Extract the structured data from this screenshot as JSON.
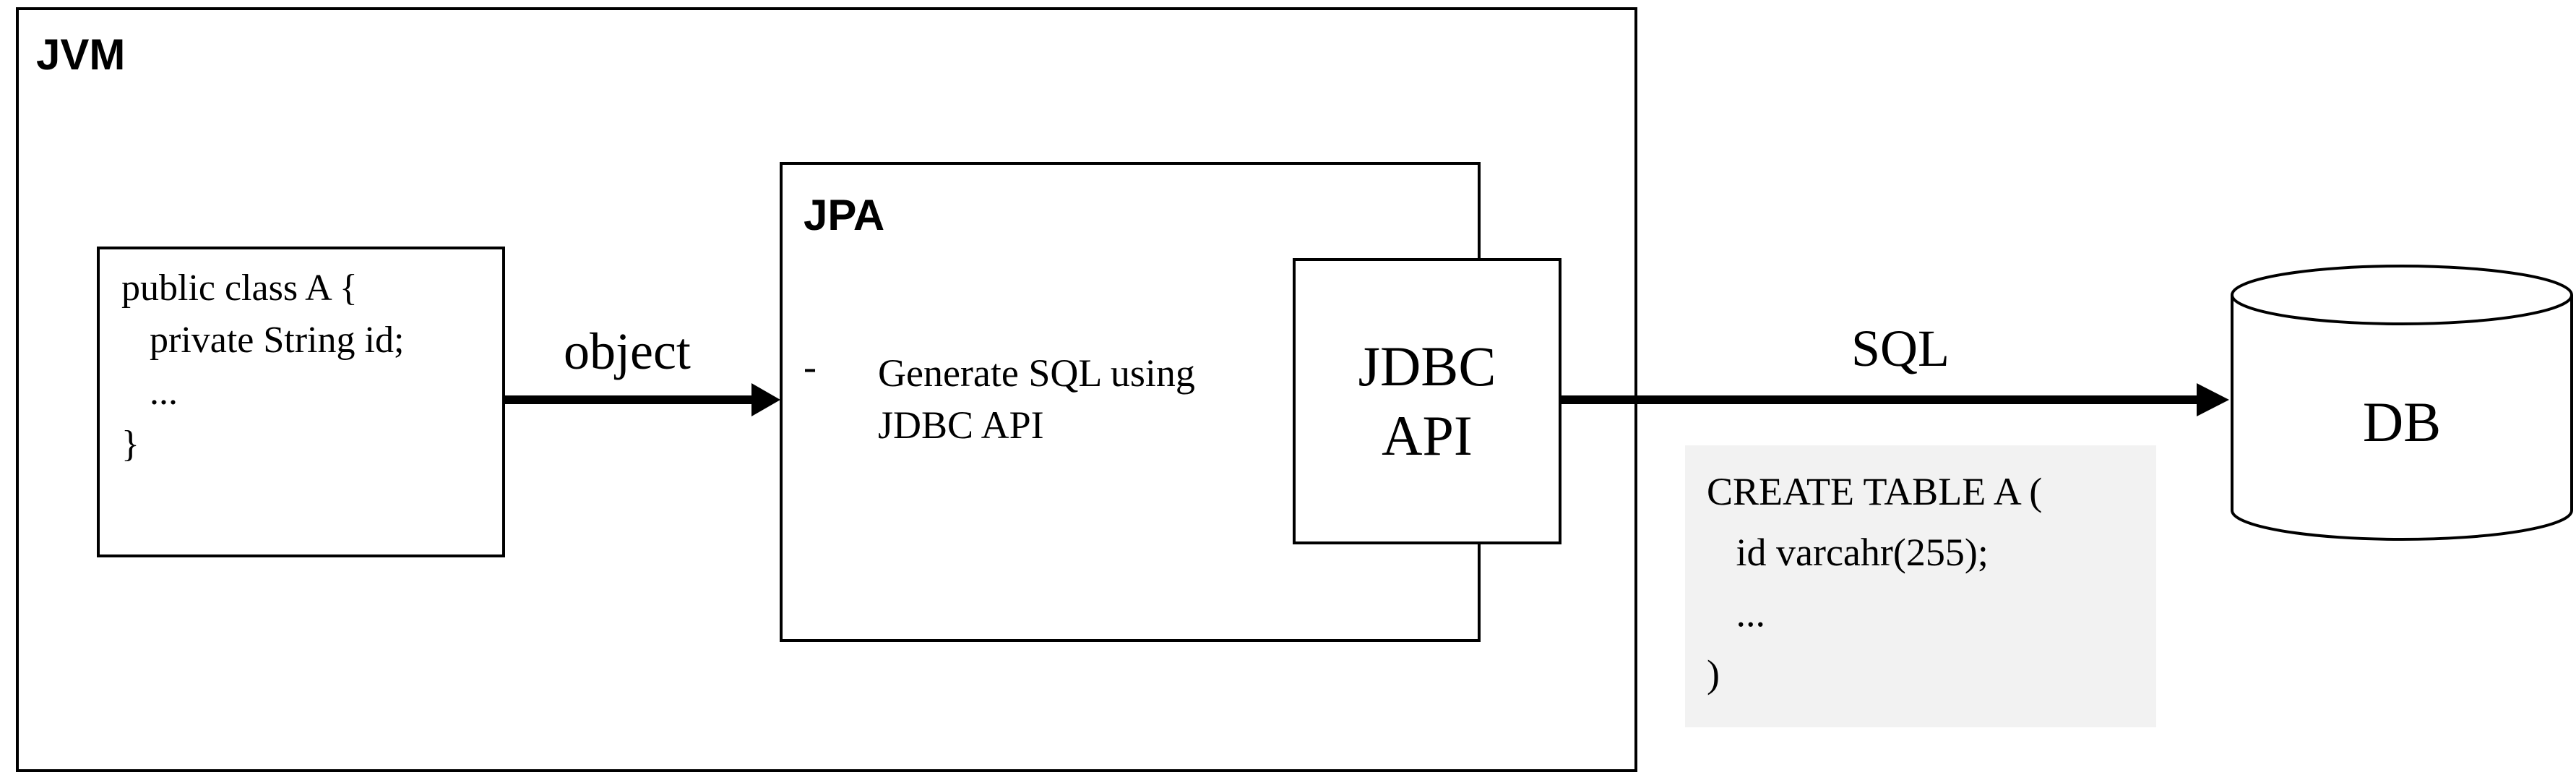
{
  "jvm": {
    "label": "JVM"
  },
  "class_box": {
    "code": "public class A {\n   private String id;\n   ...\n}"
  },
  "jpa": {
    "label": "JPA",
    "bullet": "-",
    "description": "Generate SQL using JDBC API"
  },
  "jdbc": {
    "label": "JDBC API"
  },
  "arrows": {
    "object_label": "object",
    "sql_label": "SQL"
  },
  "sql_snippet": {
    "code": "CREATE TABLE A (\n   id varcahr(255);\n   ...\n)"
  },
  "db": {
    "label": "DB"
  },
  "colors": {
    "stroke": "#000000",
    "snippet_background": "#f2f2f2"
  }
}
